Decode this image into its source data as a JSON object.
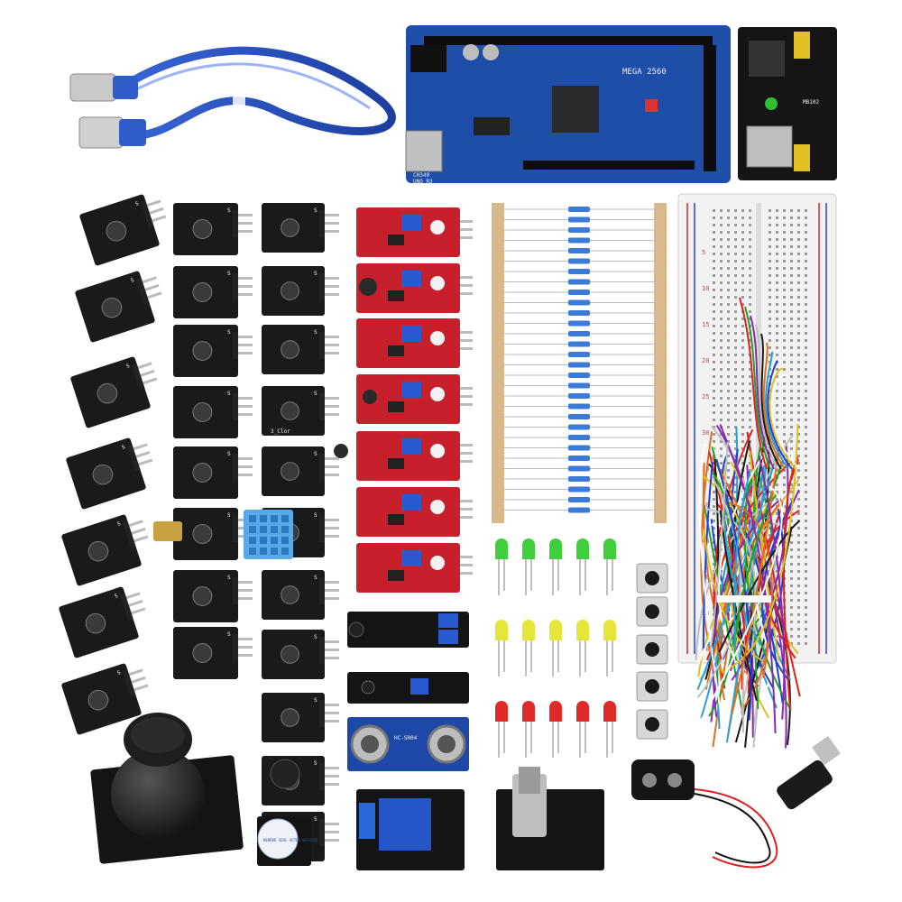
{
  "board": {
    "silkscreen": "MEGA 2560",
    "chip_label": "CH340",
    "chip_sub": "UNO R3"
  },
  "power_module": {
    "label": "MB102"
  },
  "sonar": {
    "label": "HC-SR04"
  },
  "rgb_module": {
    "label": "3_Clor"
  },
  "module_pin_label": "S",
  "buzzer_label": "REMOVE SEAL AFTER WASHING",
  "breadboard_numbers": [
    "5",
    "10",
    "15",
    "20",
    "25",
    "30",
    "35",
    "40",
    "45",
    "50",
    "55",
    "60"
  ],
  "colors": {
    "board_blue": "#1f4ea8",
    "module_black": "#1a1a1a",
    "module_red": "#c8202a",
    "cable_blue": "#2a56c8",
    "led_green": "#3fcf3a",
    "led_yellow": "#e6e63a",
    "led_red": "#e02a2a"
  }
}
